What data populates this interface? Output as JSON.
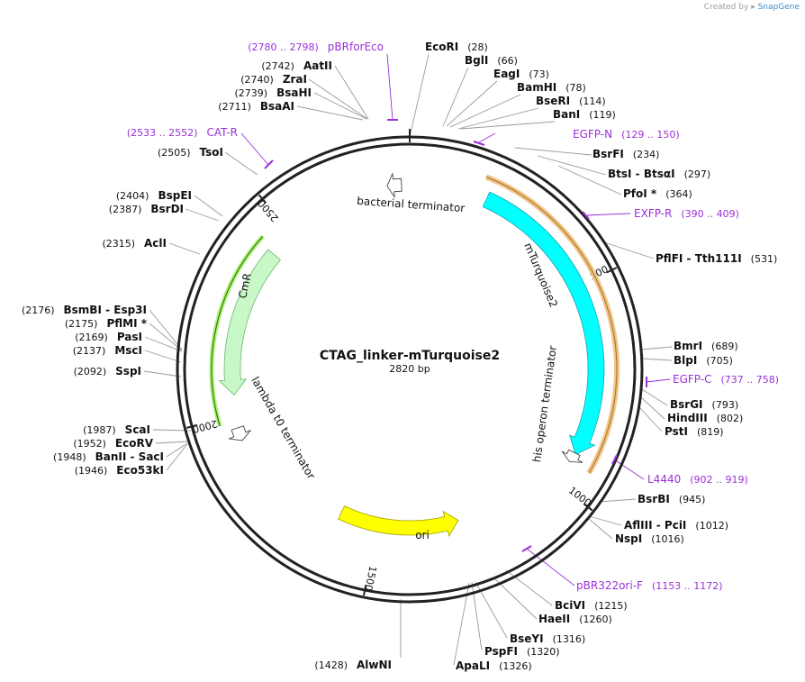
{
  "attribution": {
    "created_by": "Created by",
    "brand": "SnapGene",
    "brand_color": "#3d8fd1"
  },
  "plasmid": {
    "name": "CTAG_linker-mTurquoise2",
    "length_label": "2820 bp",
    "total_bp": 2820
  },
  "tick_labels": [
    "500",
    "1000",
    "1500",
    "2000",
    "2500"
  ],
  "features": [
    {
      "id": "mturquoise2",
      "label": "mTurquoise2",
      "start": 190,
      "end": 918,
      "direction": "forward",
      "color": "#00ffff"
    },
    {
      "id": "cmr",
      "label": "CmR",
      "start": 2050,
      "end": 2430,
      "direction": "reverse",
      "color": "#c8f7c8"
    },
    {
      "id": "ori",
      "label": "ori",
      "start": 1270,
      "end": 1610,
      "direction": "reverse",
      "color": "#ffff00"
    },
    {
      "id": "bacterial-terminator",
      "label": "bacterial terminator",
      "start": 2796,
      "end": 2830,
      "direction": "reverse",
      "color": "#ffffff"
    },
    {
      "id": "his-operon-terminator",
      "label": "his operon terminator",
      "start": 919,
      "end": 948,
      "direction": "forward",
      "color": "#ffffff"
    },
    {
      "id": "lambda-t0-terminator",
      "label": "lambda t0 terminator",
      "start": 1928,
      "end": 1968,
      "direction": "reverse",
      "color": "#ffffff"
    }
  ],
  "enzymes": [
    {
      "name": "EcoRI",
      "pos": "(28)"
    },
    {
      "name": "BglI",
      "pos": "(66)"
    },
    {
      "name": "EagI",
      "pos": "(73)"
    },
    {
      "name": "BamHI",
      "pos": "(78)"
    },
    {
      "name": "BseRI",
      "pos": "(114)"
    },
    {
      "name": "BanI",
      "pos": "(119)"
    },
    {
      "name": "BsrFI",
      "pos": "(234)"
    },
    {
      "name": "BtsI - BtsαI",
      "pos": "(297)"
    },
    {
      "name": "PfoI *",
      "pos": "(364)"
    },
    {
      "name": "PflFI - Tth111I",
      "pos": "(531)"
    },
    {
      "name": "BmrI",
      "pos": "(689)"
    },
    {
      "name": "BlpI",
      "pos": "(705)"
    },
    {
      "name": "BsrGI",
      "pos": "(793)"
    },
    {
      "name": "HindIII",
      "pos": "(802)"
    },
    {
      "name": "PstI",
      "pos": "(819)"
    },
    {
      "name": "BsrBI",
      "pos": "(945)"
    },
    {
      "name": "AflIII - PciI",
      "pos": "(1012)"
    },
    {
      "name": "NspI",
      "pos": "(1016)"
    },
    {
      "name": "BciVI",
      "pos": "(1215)"
    },
    {
      "name": "HaeII",
      "pos": "(1260)"
    },
    {
      "name": "BseYI",
      "pos": "(1316)"
    },
    {
      "name": "PspFI",
      "pos": "(1320)"
    },
    {
      "name": "ApaLI",
      "pos": "(1326)"
    },
    {
      "name": "AlwNI",
      "pos": "(1428)"
    },
    {
      "name": "Eco53kI",
      "pos": "(1946)"
    },
    {
      "name": "BanII - SacI",
      "pos": "(1948)"
    },
    {
      "name": "EcoRV",
      "pos": "(1952)"
    },
    {
      "name": "ScaI",
      "pos": "(1987)"
    },
    {
      "name": "SspI",
      "pos": "(2092)"
    },
    {
      "name": "MscI",
      "pos": "(2137)"
    },
    {
      "name": "PasI",
      "pos": "(2169)"
    },
    {
      "name": "PflMI *",
      "pos": "(2175)"
    },
    {
      "name": "BsmBI - Esp3I",
      "pos": "(2176)"
    },
    {
      "name": "AclI",
      "pos": "(2315)"
    },
    {
      "name": "BsrDI",
      "pos": "(2387)"
    },
    {
      "name": "BspEI",
      "pos": "(2404)"
    },
    {
      "name": "TsoI",
      "pos": "(2505)"
    },
    {
      "name": "BsaAI",
      "pos": "(2711)"
    },
    {
      "name": "BsaHI",
      "pos": "(2739)"
    },
    {
      "name": "ZraI",
      "pos": "(2740)"
    },
    {
      "name": "AatII",
      "pos": "(2742)"
    }
  ],
  "primers": [
    {
      "name": "EGFP-N",
      "range": "(129 .. 150)"
    },
    {
      "name": "EXFP-R",
      "range": "(390 .. 409)"
    },
    {
      "name": "EGFP-C",
      "range": "(737 .. 758)"
    },
    {
      "name": "L4440",
      "range": "(902 .. 919)"
    },
    {
      "name": "pBR322ori-F",
      "range": "(1153 .. 1172)"
    },
    {
      "name": "CAT-R",
      "range": "(2533 .. 2552)"
    },
    {
      "name": "pBRforEco",
      "range": "(2780 .. 2798)"
    }
  ],
  "colors": {
    "primer": "#9b30d9",
    "mturquoise2_outline": "#1aa0b0",
    "mturquoise2_highlight": "#f0c58a",
    "cmr_highlight": "#2e7d00",
    "backbone": "#222222"
  }
}
